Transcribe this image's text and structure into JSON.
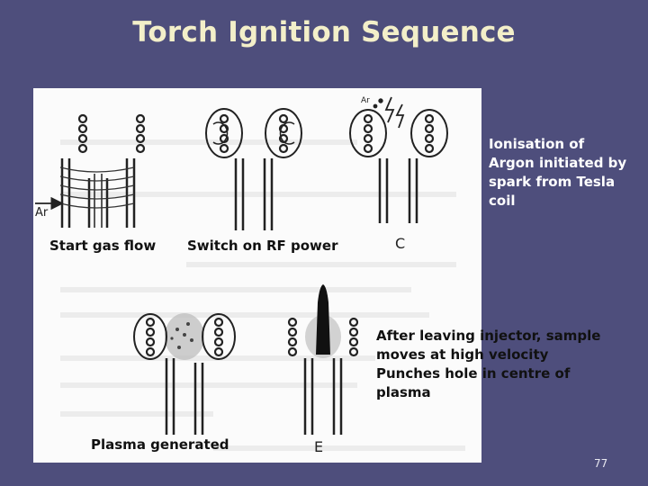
{
  "slide": {
    "title": "Torch Ignition Sequence",
    "page_number": "77"
  },
  "labels": {
    "start_gas_flow": "Start gas flow",
    "switch_rf": "Switch on RF power",
    "plasma_generated": "Plasma generated",
    "argon_label": "Ar",
    "argon_spark_label": "Ar",
    "panel_c": "C",
    "panel_e": "E"
  },
  "notes": {
    "ionisation": [
      "Ionisation of",
      "Argon initiated by",
      "spark from Tesla",
      "coil"
    ],
    "injector": [
      "After leaving injector, sample",
      "moves at high velocity",
      "Punches hole in centre of",
      "plasma"
    ]
  },
  "colors": {
    "background": "#4e4e7c",
    "title": "#f3efc9",
    "diagram_ink": "#222222"
  }
}
